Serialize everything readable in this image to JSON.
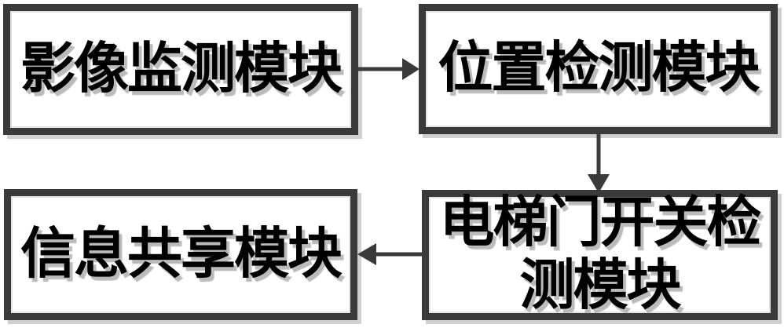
{
  "diagram": {
    "background_color": "#ffffff",
    "box_border_color": "#3a3a3a",
    "box_fill_color": "#ffffff",
    "text_color": "#000000",
    "arrow_color": "#3a3a3a",
    "nodes": [
      {
        "id": "image-monitoring-module",
        "label": "影像监测模块"
      },
      {
        "id": "position-detection-module",
        "label": "位置检测模块"
      },
      {
        "id": "elevator-door-switch-detection-module",
        "label": "电梯门开关检测模块",
        "lines": [
          "电梯门开关检",
          "测模块"
        ]
      },
      {
        "id": "information-sharing-module",
        "label": "信息共享模块"
      }
    ],
    "edges": [
      {
        "from": "image-monitoring-module",
        "to": "position-detection-module",
        "direction": "right"
      },
      {
        "from": "position-detection-module",
        "to": "elevator-door-switch-detection-module",
        "direction": "down"
      },
      {
        "from": "elevator-door-switch-detection-module",
        "to": "information-sharing-module",
        "direction": "left"
      }
    ]
  }
}
